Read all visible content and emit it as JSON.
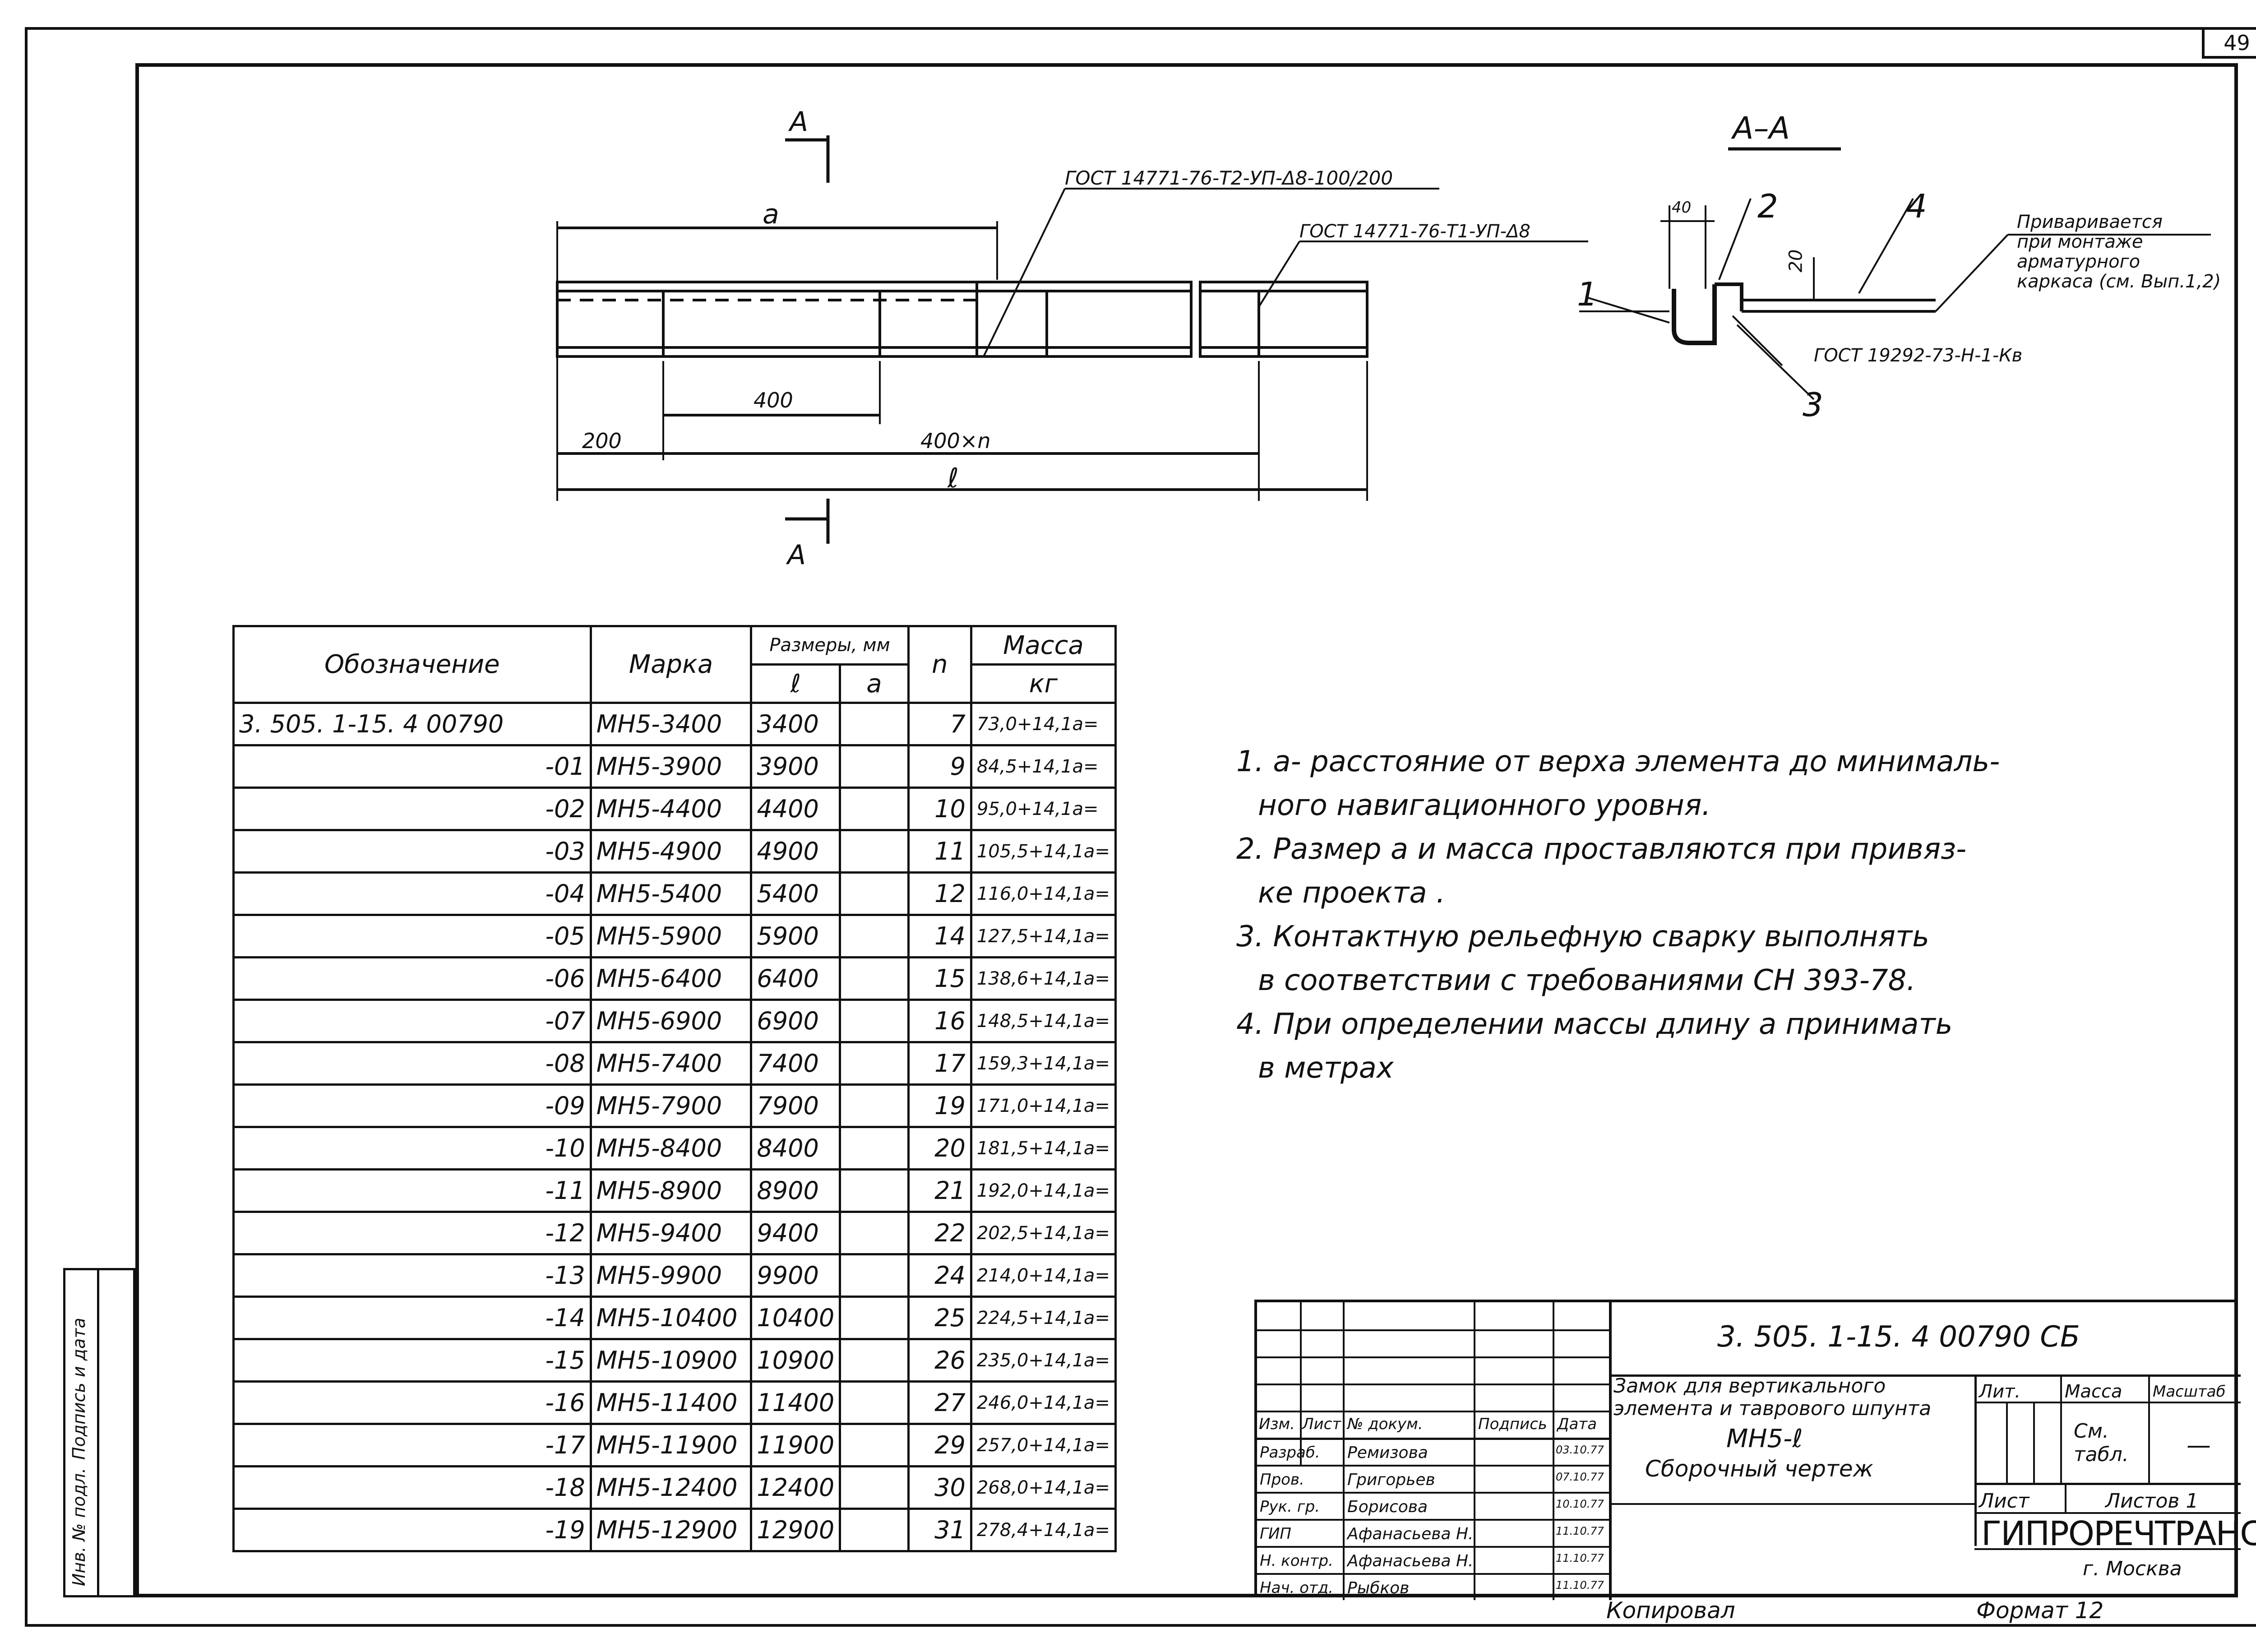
{
  "sheet_number": "49",
  "drawing": {
    "section_label": "А",
    "section_title": "А–А",
    "dim_a": "а",
    "dim_400": "400",
    "dim_200": "200",
    "dim_400n": "400×n",
    "dim_l": "ℓ",
    "weld_note_1": "ГОСТ 14771-76-Т2-УП-Δ8-100/200",
    "weld_note_2": "ГОСТ 14771-76-Т1-УП-Δ8",
    "section_dim_40": "40",
    "section_dim_20": "20",
    "callouts": [
      "1",
      "2",
      "3",
      "4"
    ],
    "weld_note_3": "ГОСТ 19292-73-Н-1-Кв",
    "site_note": [
      "Приваривается",
      "при монтаже",
      "арматурного",
      "каркаса (см. Вып.1,2)"
    ]
  },
  "table": {
    "headers": {
      "designation": "Обозначение",
      "mark": "Марка",
      "sizes": "Размеры, мм",
      "l": "ℓ",
      "a": "а",
      "n": "n",
      "mass": "Масса",
      "mass_unit": "кг"
    },
    "rows": [
      {
        "designation": "3. 505. 1-15. 4   00790",
        "mark": "МН5-3400",
        "l": "3400",
        "a": "",
        "n": "7",
        "mass": "73,0+14,1а="
      },
      {
        "designation": "-01",
        "mark": "МН5-3900",
        "l": "3900",
        "a": "",
        "n": "9",
        "mass": "84,5+14,1а="
      },
      {
        "designation": "-02",
        "mark": "МН5-4400",
        "l": "4400",
        "a": "",
        "n": "10",
        "mass": "95,0+14,1а="
      },
      {
        "designation": "-03",
        "mark": "МН5-4900",
        "l": "4900",
        "a": "",
        "n": "11",
        "mass": "105,5+14,1а="
      },
      {
        "designation": "-04",
        "mark": "МН5-5400",
        "l": "5400",
        "a": "",
        "n": "12",
        "mass": "116,0+14,1а="
      },
      {
        "designation": "-05",
        "mark": "МН5-5900",
        "l": "5900",
        "a": "",
        "n": "14",
        "mass": "127,5+14,1а="
      },
      {
        "designation": "-06",
        "mark": "МН5-6400",
        "l": "6400",
        "a": "",
        "n": "15",
        "mass": "138,6+14,1а="
      },
      {
        "designation": "-07",
        "mark": "МН5-6900",
        "l": "6900",
        "a": "",
        "n": "16",
        "mass": "148,5+14,1а="
      },
      {
        "designation": "-08",
        "mark": "МН5-7400",
        "l": "7400",
        "a": "",
        "n": "17",
        "mass": "159,3+14,1а="
      },
      {
        "designation": "-09",
        "mark": "МН5-7900",
        "l": "7900",
        "a": "",
        "n": "19",
        "mass": "171,0+14,1а="
      },
      {
        "designation": "-10",
        "mark": "МН5-8400",
        "l": "8400",
        "a": "",
        "n": "20",
        "mass": "181,5+14,1а="
      },
      {
        "designation": "-11",
        "mark": "МН5-8900",
        "l": "8900",
        "a": "",
        "n": "21",
        "mass": "192,0+14,1а="
      },
      {
        "designation": "-12",
        "mark": "МН5-9400",
        "l": "9400",
        "a": "",
        "n": "22",
        "mass": "202,5+14,1а="
      },
      {
        "designation": "-13",
        "mark": "МН5-9900",
        "l": "9900",
        "a": "",
        "n": "24",
        "mass": "214,0+14,1а="
      },
      {
        "designation": "-14",
        "mark": "МН5-10400",
        "l": "10400",
        "a": "",
        "n": "25",
        "mass": "224,5+14,1а="
      },
      {
        "designation": "-15",
        "mark": "МН5-10900",
        "l": "10900",
        "a": "",
        "n": "26",
        "mass": "235,0+14,1а="
      },
      {
        "designation": "-16",
        "mark": "МН5-11400",
        "l": "11400",
        "a": "",
        "n": "27",
        "mass": "246,0+14,1а="
      },
      {
        "designation": "-17",
        "mark": "МН5-11900",
        "l": "11900",
        "a": "",
        "n": "29",
        "mass": "257,0+14,1а="
      },
      {
        "designation": "-18",
        "mark": "МН5-12400",
        "l": "12400",
        "a": "",
        "n": "30",
        "mass": "268,0+14,1а="
      },
      {
        "designation": "-19",
        "mark": "МН5-12900",
        "l": "12900",
        "a": "",
        "n": "31",
        "mass": "278,4+14,1а="
      }
    ]
  },
  "notes": [
    "1. а- расстояние от верха элемента до минималь-",
    "ного навигационного уровня.",
    "2. Размер а и масса проставляются при привяз-",
    "ке проекта .",
    "3. Контактную рельефную сварку   выполнять",
    "в соответствии с требованиями СН 393-78.",
    "4. При определении массы длину а принимать",
    "в метрах"
  ],
  "binding": {
    "label1": "Инв. № подл.",
    "label2": "Подпись и дата"
  },
  "title_block": {
    "doc_code": "3. 505. 1-15. 4   00790 СБ",
    "title_lines": [
      "Замок для вертикального",
      "элемента и таврового шпунта",
      "МН5-ℓ",
      "Сборочный чертеж"
    ],
    "col_headers": [
      "Изм.",
      "Лист",
      "№ докум.",
      "Подпись",
      "Дата"
    ],
    "people": [
      {
        "role": "Разраб.",
        "name": "Ремизова",
        "date": "03.10.77"
      },
      {
        "role": "Пров.",
        "name": "Григорьев",
        "date": "07.10.77"
      },
      {
        "role": "Рук. гр.",
        "name": "Борисова",
        "date": "10.10.77"
      },
      {
        "role": "ГИП",
        "name": "Афанасьева Н.",
        "date": "11.10.77"
      },
      {
        "role": "Н. контр.",
        "name": "Афанасьева Н.",
        "date": "11.10.77"
      },
      {
        "role": "Нач. отд.",
        "name": "Рыбков",
        "date": "11.10.77"
      }
    ],
    "lit_label": "Лит.",
    "mass_label": "Масса",
    "scale_label": "Масштаб",
    "mass_value": "См. табл.",
    "scale_value": "—",
    "sheet_label": "Лист",
    "sheets_label": "Листов 1",
    "org": "ГИПРОРЕЧТРАНС",
    "city": "г. Москва"
  },
  "footer": {
    "copied": "Копировал",
    "format": "Формат 12"
  }
}
